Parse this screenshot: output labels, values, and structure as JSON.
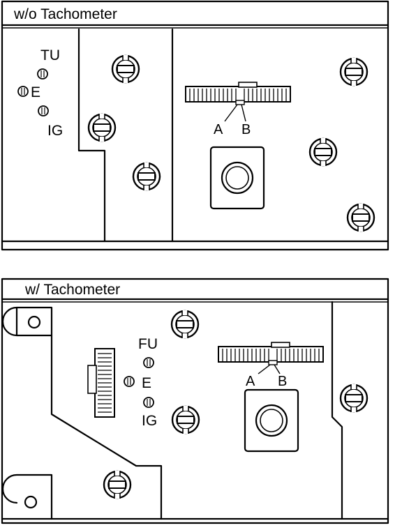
{
  "panel_top": {
    "title": "w/o Tachometer",
    "terminals": [
      "TU",
      "E",
      "IG"
    ],
    "connector_pins": [
      "A",
      "B"
    ]
  },
  "panel_bottom": {
    "title": "w/ Tachometer",
    "terminals": [
      "FU",
      "E",
      "IG"
    ],
    "connector_pins": [
      "A",
      "B"
    ]
  }
}
